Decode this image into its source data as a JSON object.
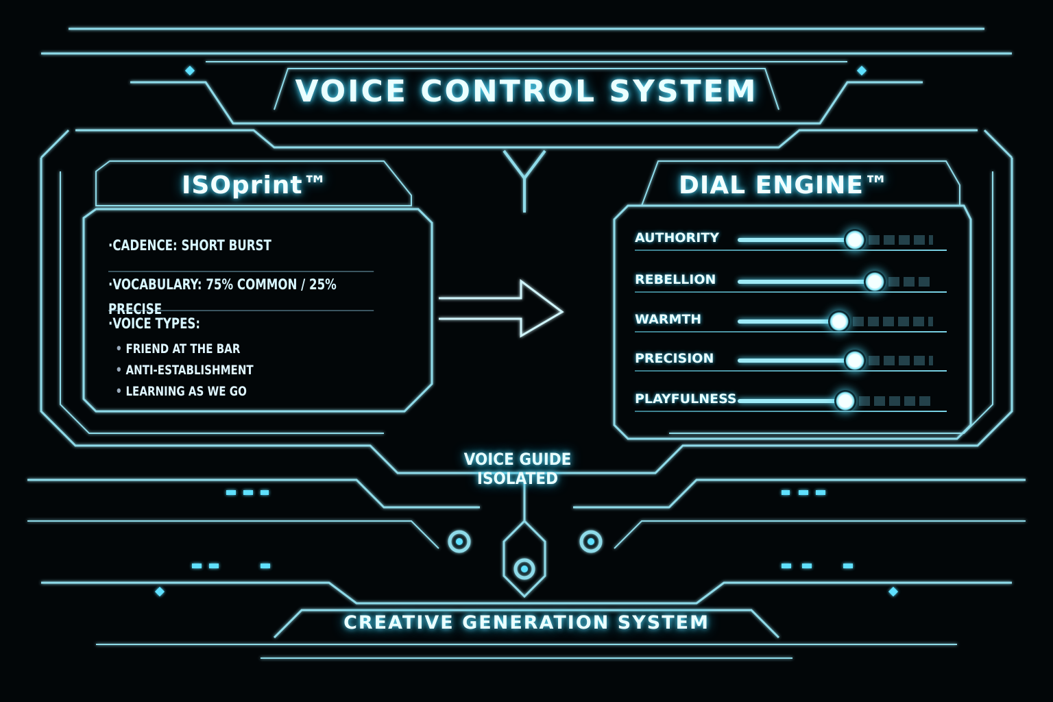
{
  "header": {
    "title": "VOICE CONTROL SYSTEM"
  },
  "isoprint": {
    "title": "ISOprint™",
    "items": [
      "·CADENCE: SHORT BURST",
      "·VOCABULARY: 75% COMMON / 25% PRECISE",
      "·VOICE TYPES:"
    ],
    "voice_types": [
      "FRIEND AT THE BAR",
      "ANTI-ESTABLISHMENT",
      "LEARNING AS WE GO"
    ]
  },
  "dial_engine": {
    "title": "DIAL ENGINE™",
    "dials": [
      {
        "label": "AUTHORITY",
        "value": 0.6
      },
      {
        "label": "REBELLION",
        "value": 0.7
      },
      {
        "label": "WARMTH",
        "value": 0.52
      },
      {
        "label": "PRECISION",
        "value": 0.6
      },
      {
        "label": "PLAYFULNESS",
        "value": 0.55
      }
    ]
  },
  "status": {
    "text": "VOICE GUIDE ISOLATED"
  },
  "footer": {
    "text": "CREATIVE GENERATION SYSTEM"
  },
  "colors": {
    "accent": "#5fe0ff",
    "line": "#7fd0e0",
    "bg": "#020608"
  }
}
